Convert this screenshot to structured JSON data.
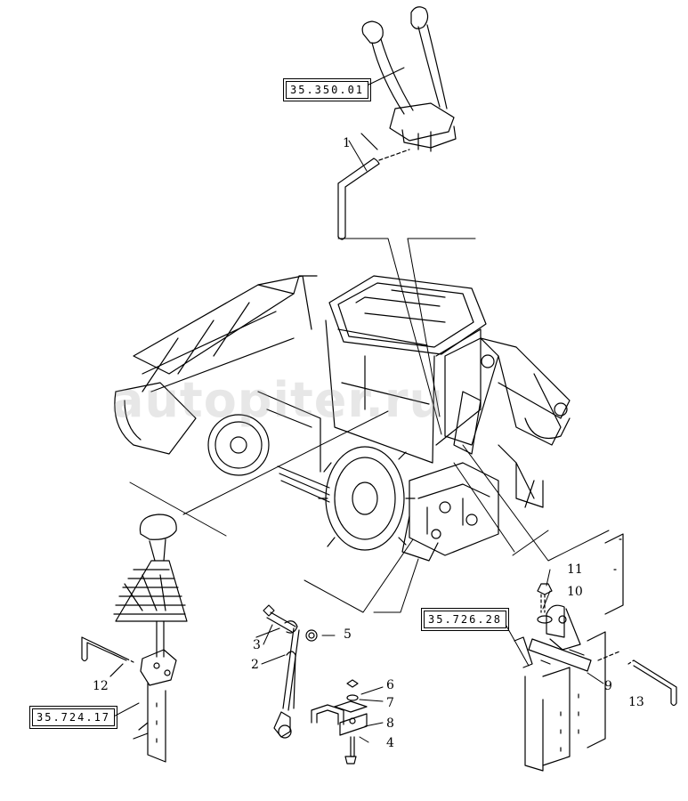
{
  "references": {
    "ref_top": "35.350.01",
    "ref_right": "35.726.28",
    "ref_left": "35.724.17"
  },
  "callouts": {
    "c1": "1",
    "c2": "2",
    "c3": "3",
    "c4": "4",
    "c5": "5",
    "c6": "6",
    "c7": "7",
    "c8": "8",
    "c9": "9",
    "c10": "10",
    "c11": "11",
    "c12": "12",
    "c13": "13"
  },
  "watermark": "autopiter.ru",
  "colors": {
    "line": "#000000",
    "background": "#ffffff",
    "watermark": "#a0a0a0"
  }
}
